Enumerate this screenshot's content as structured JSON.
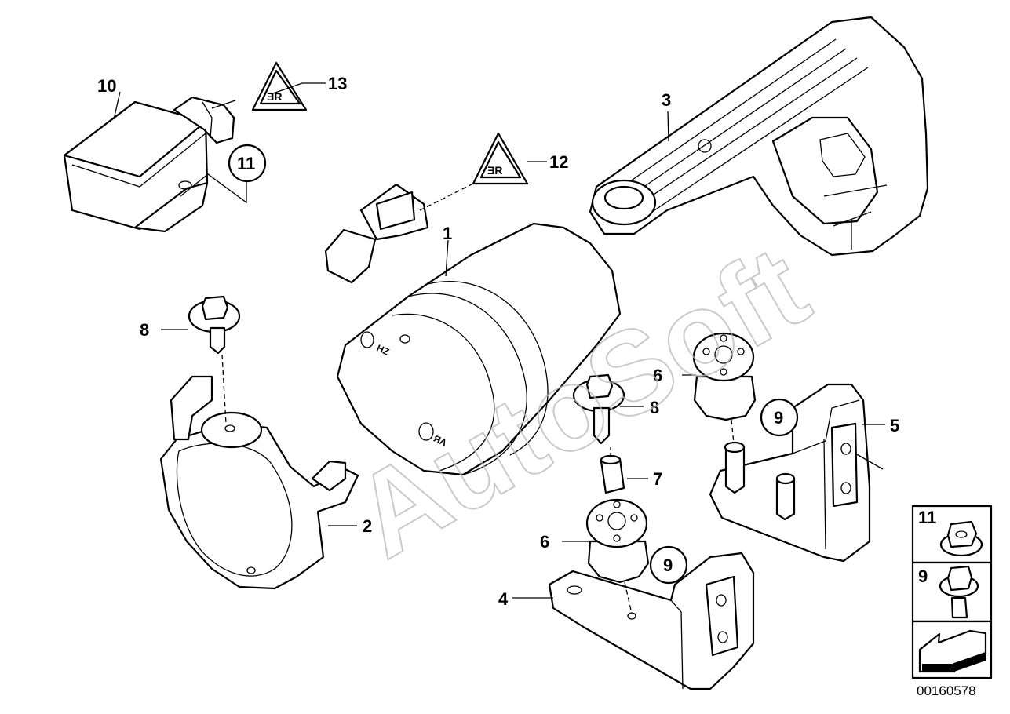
{
  "diagram": {
    "catalog_number": "00160578",
    "watermark": "AutoSoft",
    "part_labels": {
      "p1": "1",
      "p2": "2",
      "p3": "3",
      "p4": "4",
      "p5": "5",
      "p6a": "6",
      "p6b": "6",
      "p7": "7",
      "p8a": "8",
      "p8b": "8",
      "p9a": "9",
      "p9b": "9",
      "p10": "10",
      "p11": "11",
      "p12": "12",
      "p13": "13"
    },
    "legend": {
      "item_a": "11",
      "item_b": "9"
    }
  }
}
